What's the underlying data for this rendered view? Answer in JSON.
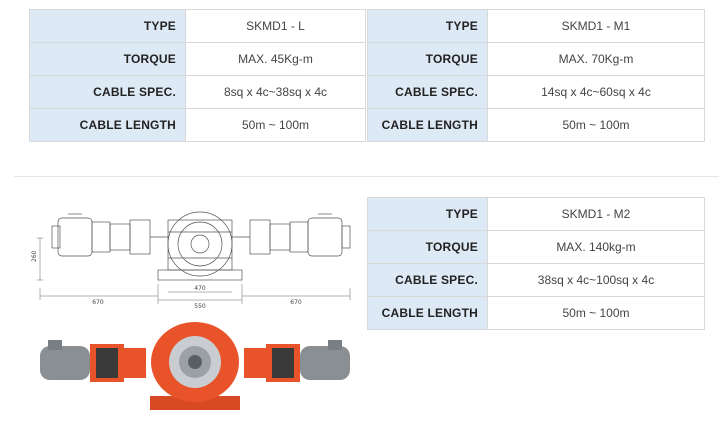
{
  "tables": [
    {
      "rows": [
        {
          "label": "TYPE",
          "value": "SKMD1 - L"
        },
        {
          "label": "TORQUE",
          "value": "MAX. 45Kg-m"
        },
        {
          "label": "CABLE SPEC.",
          "value": "8sq x 4c~38sq x 4c"
        },
        {
          "label": "CABLE LENGTH",
          "value": "50m ~ 100m"
        }
      ]
    },
    {
      "rows": [
        {
          "label": "TYPE",
          "value": "SKMD1 - M1"
        },
        {
          "label": "TORQUE",
          "value": "MAX. 70Kg-m"
        },
        {
          "label": "CABLE SPEC.",
          "value": "14sq x 4c~60sq x 4c"
        },
        {
          "label": "CABLE LENGTH",
          "value": "50m ~ 100m"
        }
      ]
    },
    {
      "rows": [
        {
          "label": "TYPE",
          "value": "SKMD1 - M2"
        },
        {
          "label": "TORQUE",
          "value": "MAX. 140kg-m"
        },
        {
          "label": "CABLE SPEC.",
          "value": "38sq x 4c~100sq x 4c"
        },
        {
          "label": "CABLE LENGTH",
          "value": "50m ~ 100m"
        }
      ]
    }
  ],
  "drawing": {
    "dim_height": "260",
    "dim_left": "670",
    "dim_center_inner": "470",
    "dim_center_outer": "550",
    "dim_right": "670"
  },
  "colors": {
    "header_bg": "#dde9f5",
    "border": "#d9d9d9",
    "machine_body": "#e8532a",
    "motor": "#8a8f94"
  }
}
